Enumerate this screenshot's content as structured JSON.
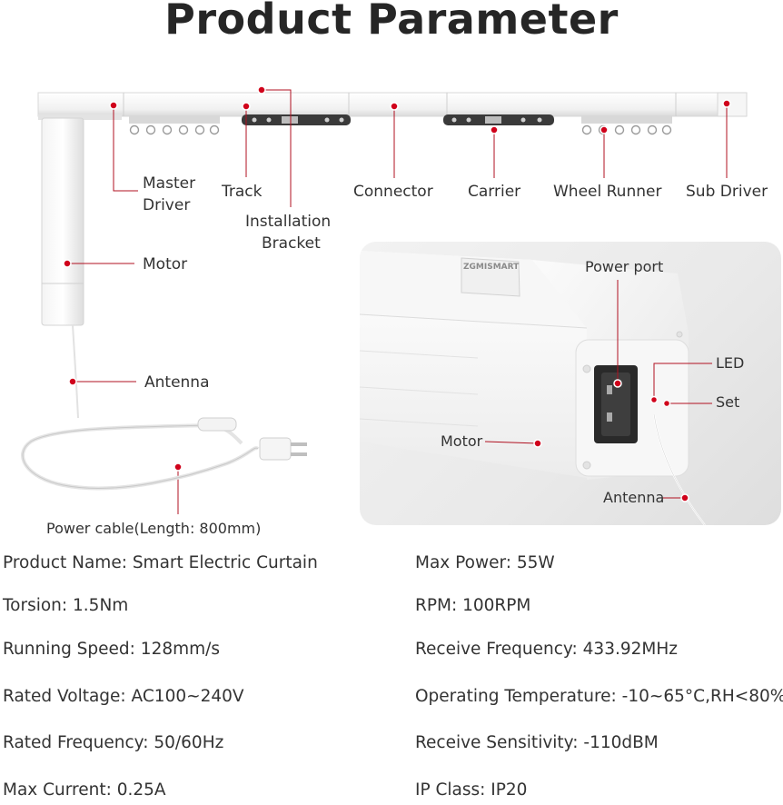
{
  "title": "Product Parameter",
  "labels": {
    "master_driver_1": "Master",
    "master_driver_2": "Driver",
    "track": "Track",
    "installation_bracket_1": "Installation",
    "installation_bracket_2": "Bracket",
    "connector": "Connector",
    "carrier": "Carrier",
    "wheel_runner": "Wheel Runner",
    "sub_driver": "Sub Driver",
    "motor": "Motor",
    "antenna": "Antenna",
    "power_cable": "Power cable(Length: 800mm)"
  },
  "photo": {
    "brand": "ZGMISMART",
    "power_port": "Power port",
    "led": "LED",
    "set": "Set",
    "motor": "Motor",
    "antenna": "Antenna"
  },
  "specs_left": [
    "Product Name: Smart Electric Curtain",
    "Torsion: 1.5Nm",
    "Running Speed: 128mm/s",
    "Rated Voltage: AC100~240V",
    "Rated Frequency: 50/60Hz",
    "Max Current: 0.25A"
  ],
  "specs_right": [
    "Max Power: 55W",
    "RPM: 100RPM",
    "Receive Frequency: 433.92MHz",
    "Operating Temperature: -10~65°C,RH<80%",
    "Receive Sensitivity: -110dBM",
    "IP Class: IP20"
  ],
  "colors": {
    "accent": "#d0021b",
    "leader": "#b01020"
  }
}
